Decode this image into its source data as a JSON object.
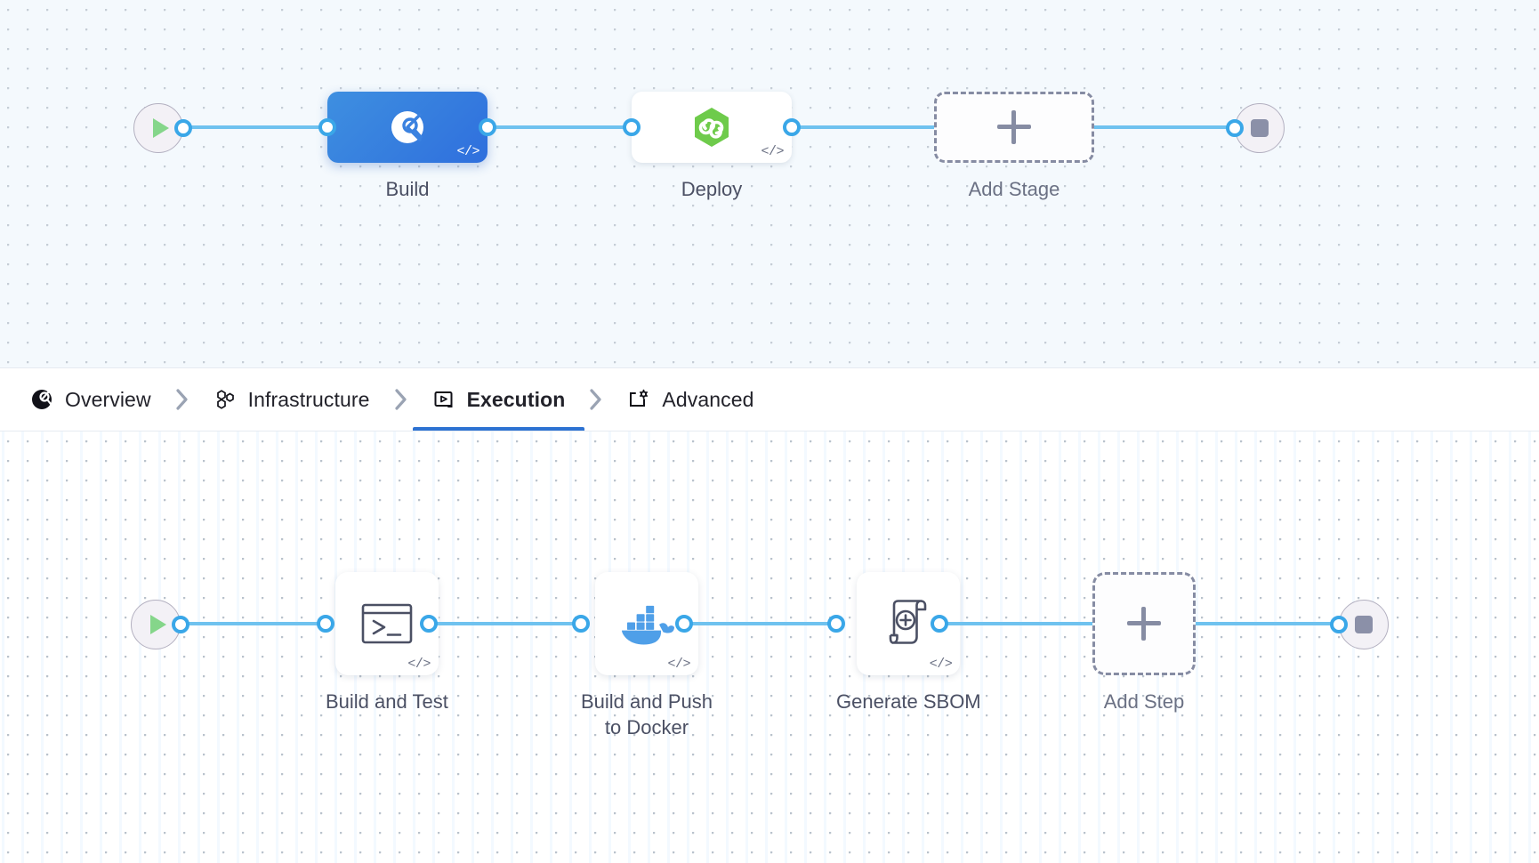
{
  "theme": {
    "accent_blue": "#2d72d2",
    "connector_blue": "#6fc2ef",
    "port_blue": "#3aa7e8",
    "stage_primary_blue": "#3070dd",
    "deploy_green": "#6ecb4b",
    "docker_blue": "#4f9fe8",
    "dashed_gray": "#868ca3",
    "label_gray": "#4b5064",
    "canvas_top_bg": "#f4f9fd",
    "canvas_bottom_bg": "#ffffff"
  },
  "stages_canvas": {
    "name": "pipeline-stages",
    "start_node": {
      "icon": "play-icon",
      "label": ""
    },
    "end_node": {
      "icon": "stop-icon",
      "label": ""
    },
    "nodes": [
      {
        "label": "Build",
        "icon": "ci-build-icon",
        "code_badge": "</>",
        "selected": true,
        "kind": "stage"
      },
      {
        "label": "Deploy",
        "icon": "cd-deploy-icon",
        "code_badge": "</>",
        "selected": false,
        "kind": "stage"
      },
      {
        "label": "Add Stage",
        "icon": "plus-icon",
        "code_badge": "",
        "selected": false,
        "kind": "add"
      }
    ]
  },
  "tabbar": {
    "name": "stage-config-tabs",
    "separator_icon": "chevron-right-icon",
    "tabs": [
      {
        "label": "Overview",
        "icon": "overview-icon",
        "active": false
      },
      {
        "label": "Infrastructure",
        "icon": "infrastructure-icon",
        "active": false
      },
      {
        "label": "Execution",
        "icon": "execution-icon",
        "active": true
      },
      {
        "label": "Advanced",
        "icon": "advanced-icon",
        "active": false
      }
    ]
  },
  "steps_canvas": {
    "name": "execution-steps",
    "start_node": {
      "icon": "play-icon",
      "label": ""
    },
    "end_node": {
      "icon": "stop-icon",
      "label": ""
    },
    "nodes": [
      {
        "label": "Build and Test",
        "icon": "terminal-icon",
        "code_badge": "</>",
        "kind": "step"
      },
      {
        "label": "Build and Push\nto Docker",
        "icon": "docker-icon",
        "code_badge": "</>",
        "kind": "step"
      },
      {
        "label": "Generate SBOM",
        "icon": "scroll-plus-icon",
        "code_badge": "</>",
        "kind": "step"
      },
      {
        "label": "Add Step",
        "icon": "plus-icon",
        "code_badge": "",
        "kind": "add"
      }
    ]
  }
}
